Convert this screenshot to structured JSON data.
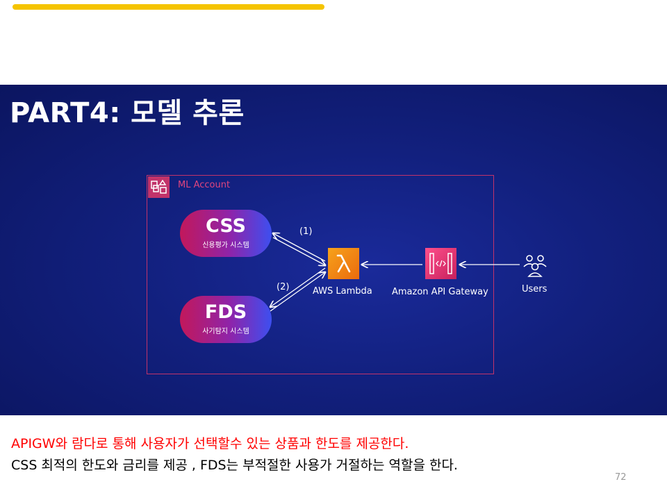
{
  "slide": {
    "title": "PART4: 모델 추론",
    "account_label": "ML Account",
    "nodes": {
      "css": {
        "title": "CSS",
        "subtitle": "신용평가 시스템"
      },
      "fds": {
        "title": "FDS",
        "subtitle": "사기탐지 시스템"
      },
      "lambda": {
        "label": "AWS Lambda",
        "icon": "lambda-icon"
      },
      "apigw": {
        "label": "Amazon API Gateway",
        "icon": "api-gateway-icon"
      },
      "users": {
        "label": "Users",
        "icon": "users-icon"
      }
    },
    "steps": {
      "one": "(1)",
      "two": "(2)"
    }
  },
  "notes": {
    "line1": "APIGW와  람다로 통해 사용자가 선택할수 있는 상품과 한도를 제공한다.",
    "line2": "CSS 최적의 한도와 금리를 제공 , FDS는 부적절한 사용가 거절하는 역할을 한다."
  },
  "page_number": "72",
  "colors": {
    "accent_bar": "#f5c400",
    "slide_bg": "#12207e",
    "account_border": "#c2336a",
    "lambda": "#ea6b0e",
    "api_gateway": "#e7157b",
    "note_red": "#ff0000"
  }
}
